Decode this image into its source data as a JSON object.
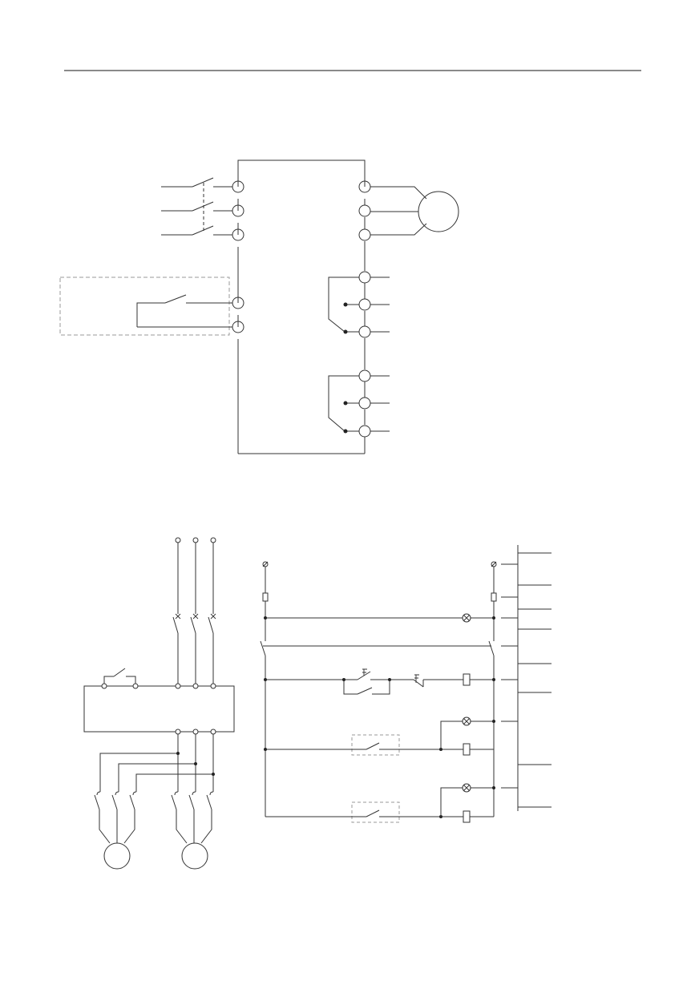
{
  "document": {
    "colors": {
      "ink": "#333333",
      "dashed": "#9a9a9a",
      "background": "#ffffff"
    },
    "figures": [
      {
        "id": "drive-terminal-wiring",
        "items": [
          "input-switches",
          "external-contact-box",
          "drive-body",
          "motor",
          "relay-outputs-1",
          "relay-outputs-2"
        ]
      },
      {
        "id": "soft-start-control-circuit",
        "items": [
          "supply-terminals",
          "soft-starter-body",
          "bypass-contactors",
          "motors",
          "control-ladder",
          "output-terminal-strip"
        ]
      }
    ]
  }
}
